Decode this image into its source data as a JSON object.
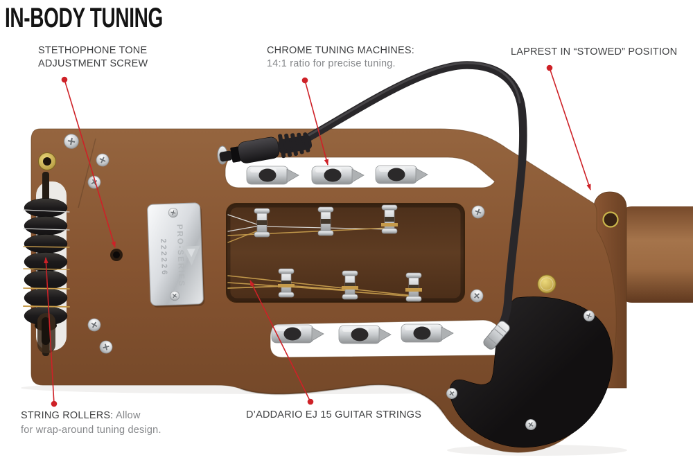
{
  "title": "IN-BODY TUNING",
  "labels": {
    "stethophone": {
      "line1": "STETHOPHONE TONE",
      "line2": "ADJUSTMENT SCREW"
    },
    "tuning_machines": {
      "heading": "CHROME TUNING MACHINES:",
      "detail": "14:1 ratio for precise tuning."
    },
    "laprest": {
      "text": "LAPREST IN “STOWED” POSITION"
    },
    "string_rollers": {
      "heading": "STRING ROLLERS:",
      "detail_inline": " Allow",
      "detail_line2": "for wrap-around tuning design."
    },
    "strings": {
      "text": "D’ADDARIO EJ 15 GUITAR STRINGS"
    }
  },
  "guitar": {
    "plate_series": "PRO-SERIES",
    "plate_serial": "222226"
  },
  "colors": {
    "accent_red": "#ce2127",
    "label_dark": "#3f4042",
    "label_gray": "#85878a",
    "wood": "#8a5836",
    "wood_dark": "#5d3a22",
    "cavity_brown": "#563620",
    "chrome": "#d7d9db",
    "brass": "#c3a94e",
    "hardware_black": "#1d1b1c",
    "cable_black": "#29272a"
  }
}
